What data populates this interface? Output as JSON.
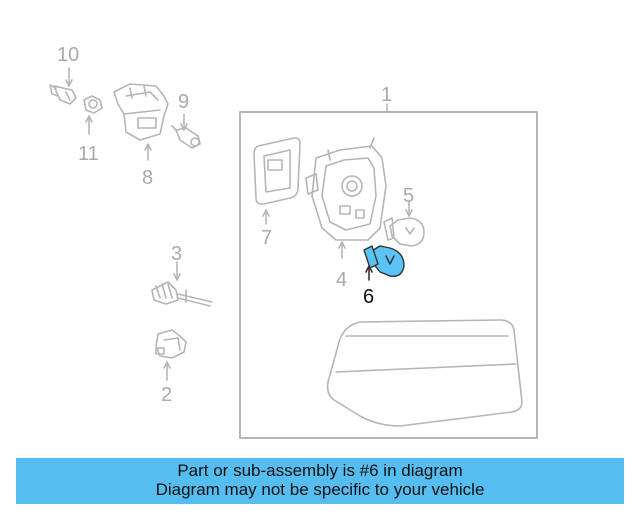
{
  "diagram": {
    "highlight_color": "#5bc3f5",
    "line_color": "#b5b5b5",
    "callouts": [
      "1",
      "2",
      "3",
      "4",
      "5",
      "6",
      "7",
      "8",
      "9",
      "10",
      "11"
    ],
    "highlighted_part": "6"
  },
  "caption": {
    "background": "#55bdf0",
    "line1": "Part or sub-assembly is #6 in diagram",
    "line2": "Diagram may not be specific to your vehicle"
  }
}
